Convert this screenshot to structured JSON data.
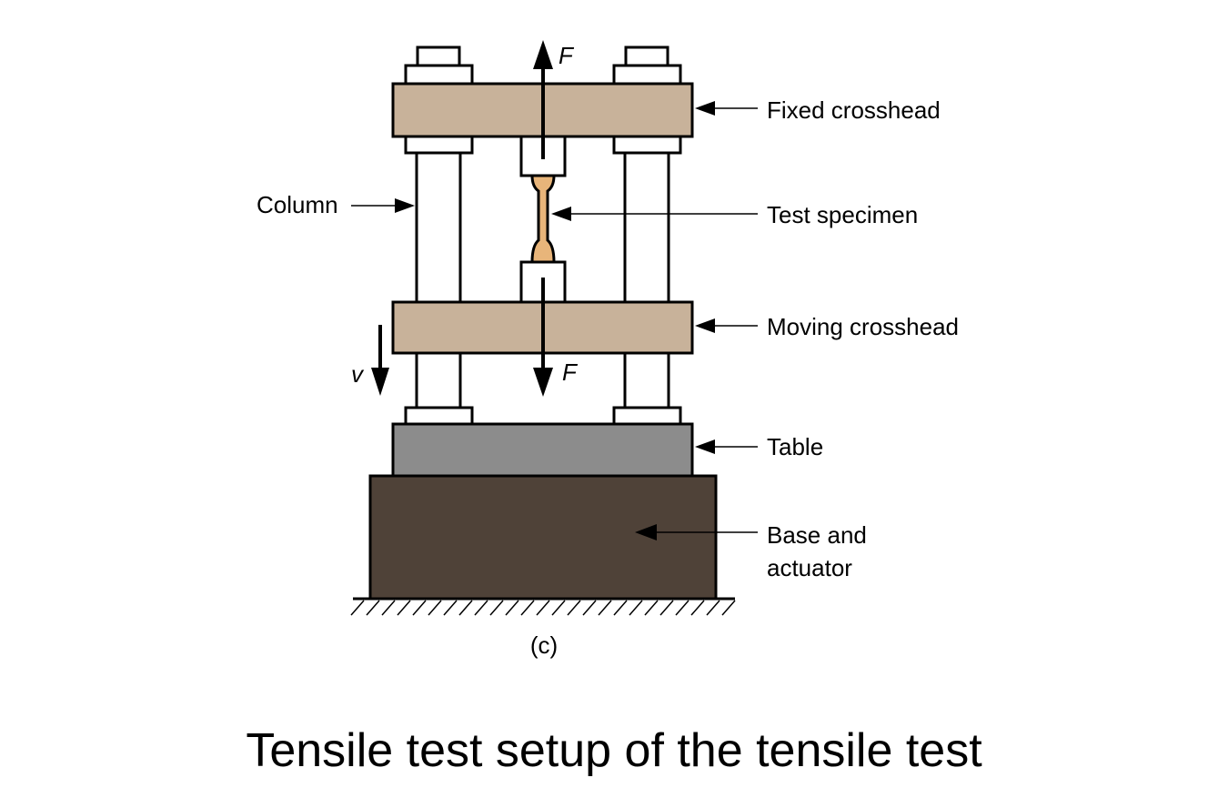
{
  "labels": {
    "fixed_crosshead": "Fixed crosshead",
    "column": "Column",
    "test_specimen": "Test specimen",
    "moving_crosshead": "Moving crosshead",
    "table": "Table",
    "base_line1": "Base and",
    "base_line2": "actuator",
    "force_top": "F",
    "force_bottom": "F",
    "velocity": "v",
    "panel": "(c)"
  },
  "caption": "Tensile test setup of the tensile test",
  "colors": {
    "crosshead": "#c8b29a",
    "specimen": "#e8b57a",
    "table": "#8c8c8c",
    "base": "#4f4238",
    "outline": "#000000"
  }
}
